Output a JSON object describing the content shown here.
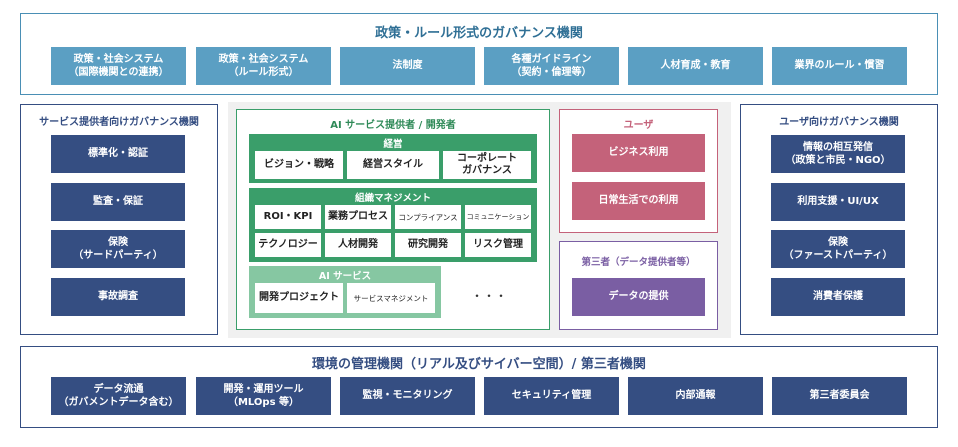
{
  "top": {
    "title": "政策・ルール形式のガバナンス機関",
    "items": [
      "政策・社会システム\n（国際機関との連携）",
      "政策・社会システム\n（ルール形式）",
      "法制度",
      "各種ガイドライン\n（契約・倫理等）",
      "人材育成・教育",
      "業界のルール・慣習"
    ]
  },
  "left": {
    "title": "サービス提供者向けガバナンス機関",
    "items": [
      "標準化・認証",
      "監査・保証",
      "保険\n（サードパーティ）",
      "事故調査"
    ]
  },
  "center": {
    "title": "AI サービス提供者 / 開発者",
    "keiei": {
      "title": "経営",
      "items": [
        "ビジョン・戦略",
        "経営スタイル",
        "コーポレート\nガバナンス"
      ]
    },
    "soshiki": {
      "title": "組織マネジメント",
      "items": [
        "ROI・KPI",
        "業務プロセス",
        "コンプライアンス",
        "コミュニケーション",
        "テクノロジー",
        "人材開発",
        "研究開発",
        "リスク管理"
      ]
    },
    "ai_service": {
      "title": "AI サービス",
      "items": [
        "開発プロジェクト",
        "サービスマネジメント"
      ],
      "ellipsis": "・・・"
    }
  },
  "user": {
    "title": "ユーザ",
    "items": [
      "ビジネス利用",
      "日常生活での利用"
    ]
  },
  "third": {
    "title": "第三者（データ提供者等）",
    "item": "データの提供"
  },
  "right": {
    "title": "ユーザ向けガバナンス機関",
    "items": [
      "情報の相互発信\n（政策と市民・NGO）",
      "利用支援・UI/UX",
      "保険\n（ファーストパーティ）",
      "消費者保護"
    ]
  },
  "bottom": {
    "title": "環境の管理機関（リアル及びサイバー空間）/ 第三者機関",
    "items": [
      "データ流通\n（ガバメントデータ含む）",
      "開発・運用ツール\n（MLOps 等）",
      "監視・モニタリング",
      "セキュリティ管理",
      "内部通報",
      "第三者委員会"
    ]
  },
  "colors": {
    "frame": "#4a8fb5",
    "light_blue": "#5b9fc3",
    "navy": "#354e82",
    "green": "#3a9e6a",
    "light_green": "#86c7a2",
    "pink": "#c4627a",
    "purple": "#7a5ea3",
    "middle_bg": "#f0f0f0"
  }
}
